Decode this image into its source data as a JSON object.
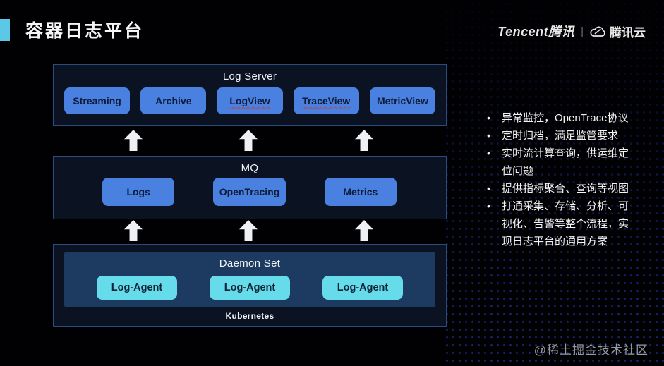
{
  "header": {
    "title": "容器日志平台",
    "brand_primary": "Tencent腾讯",
    "brand_divider": "|",
    "brand_secondary": "腾讯云"
  },
  "diagram": {
    "layers": [
      {
        "title": "Log Server",
        "items": [
          "Streaming",
          "Archive",
          "LogView",
          "TraceView",
          "MetricView"
        ]
      },
      {
        "title": "MQ",
        "items": [
          "Logs",
          "OpenTracing",
          "Metrics"
        ]
      },
      {
        "title": "Daemon Set",
        "items": [
          "Log-Agent",
          "Log-Agent",
          "Log-Agent"
        ],
        "caption": "Kubernetes"
      }
    ]
  },
  "bullets": [
    "异常监控，OpenTrace协议",
    "定时归档，满足监管要求",
    "实时流计算查询，供运维定位问题",
    "提供指标聚合、查询等视图",
    "打通采集、存储、分析、可视化、告警等整个流程，实现日志平台的通用方案"
  ],
  "watermark": "@稀土掘金技术社区",
  "icons": {
    "brand_cloud": "tencent-cloud-icon"
  },
  "theme": {
    "accent": "#5ac8e6",
    "button_blue": "#4a80e0",
    "button_cyan": "#66dbe9",
    "panel_bg": "#0b1322",
    "panel_border": "#2a4c7c",
    "inner_panel_bg": "#1d3b60",
    "arrow": "#eef0f3"
  }
}
